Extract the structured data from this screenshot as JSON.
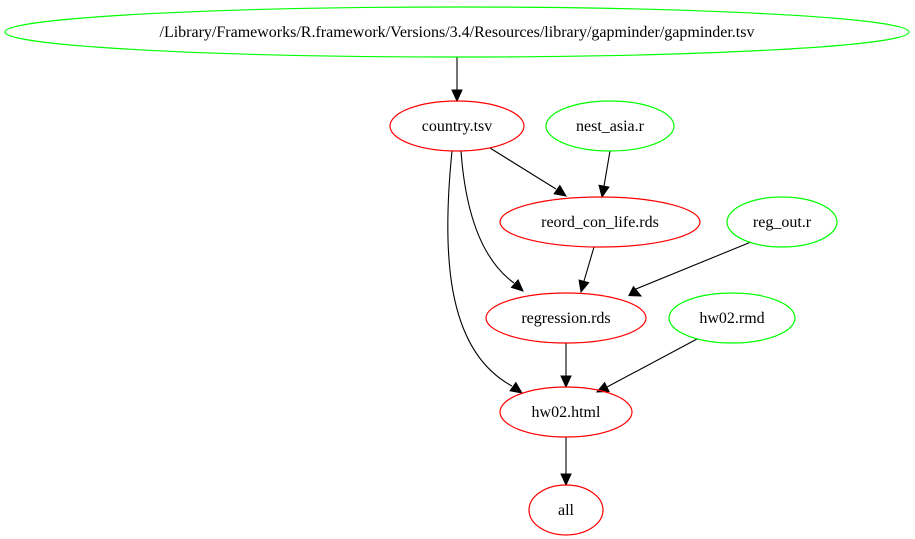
{
  "diagram": {
    "colors": {
      "target": "#ff0000",
      "source": "#00ff00",
      "edge": "#000000"
    },
    "nodes": [
      {
        "id": "gapminder",
        "label": "/Library/Frameworks/R.framework/Versions/3.4/Resources/library/gapminder/gapminder.tsv",
        "kind": "source"
      },
      {
        "id": "country",
        "label": "country.tsv",
        "kind": "target"
      },
      {
        "id": "nest_asia",
        "label": "nest_asia.r",
        "kind": "source"
      },
      {
        "id": "reord",
        "label": "reord_con_life.rds",
        "kind": "target"
      },
      {
        "id": "reg_out",
        "label": "reg_out.r",
        "kind": "source"
      },
      {
        "id": "regression",
        "label": "regression.rds",
        "kind": "target"
      },
      {
        "id": "hw02_rmd",
        "label": "hw02.rmd",
        "kind": "source"
      },
      {
        "id": "hw02_html",
        "label": "hw02.html",
        "kind": "target"
      },
      {
        "id": "all",
        "label": "all",
        "kind": "target"
      }
    ],
    "edges": [
      {
        "from": "gapminder",
        "to": "country"
      },
      {
        "from": "country",
        "to": "reord"
      },
      {
        "from": "nest_asia",
        "to": "reord"
      },
      {
        "from": "country",
        "to": "regression"
      },
      {
        "from": "reord",
        "to": "regression"
      },
      {
        "from": "reg_out",
        "to": "regression"
      },
      {
        "from": "country",
        "to": "hw02_html"
      },
      {
        "from": "regression",
        "to": "hw02_html"
      },
      {
        "from": "hw02_rmd",
        "to": "hw02_html"
      },
      {
        "from": "hw02_html",
        "to": "all"
      }
    ]
  }
}
